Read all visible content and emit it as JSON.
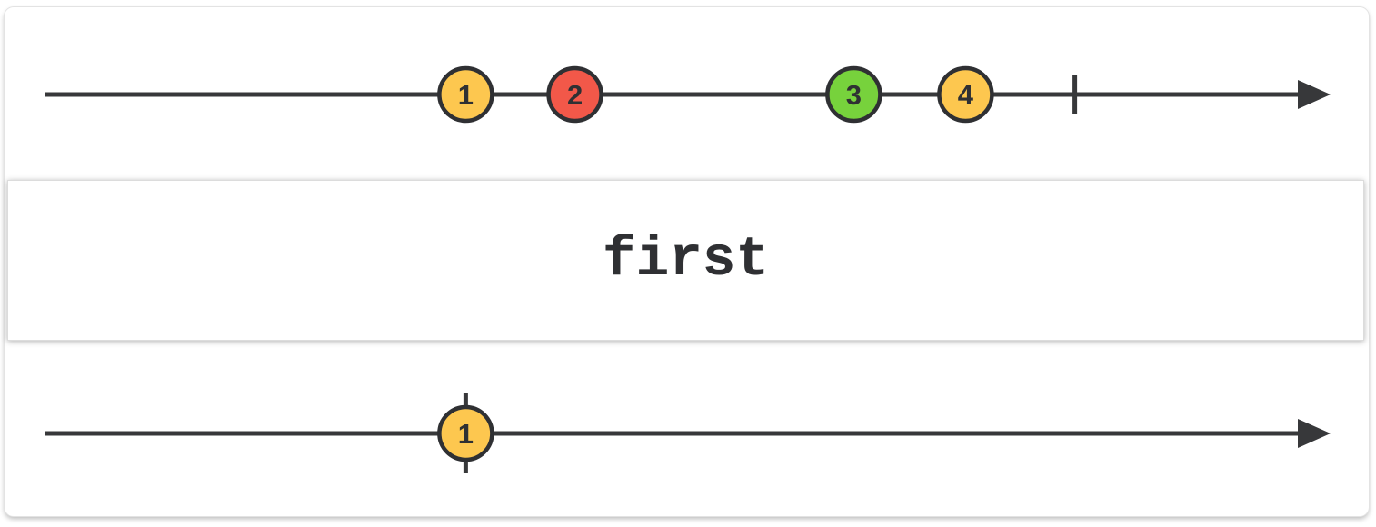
{
  "diagram": {
    "type": "rx-marble-diagram",
    "operator": {
      "label": "first"
    },
    "palette": {
      "axis": "#37383a",
      "marble_stroke": "#2f3033",
      "marble_text": "#2f3033",
      "yellow": "#fdc74f",
      "red": "#f25849",
      "green": "#77d23c"
    },
    "source_stream": {
      "name": "source-observable",
      "marbles": [
        {
          "value": "1",
          "t_percent": 32.7,
          "color": "yellow"
        },
        {
          "value": "2",
          "t_percent": 41.2,
          "color": "red"
        },
        {
          "value": "3",
          "t_percent": 62.9,
          "color": "green"
        },
        {
          "value": "4",
          "t_percent": 71.6,
          "color": "yellow"
        }
      ],
      "complete": {
        "t_percent": 80.1
      }
    },
    "output_stream": {
      "name": "result-observable",
      "marbles": [
        {
          "value": "1",
          "t_percent": 32.7,
          "color": "yellow",
          "completes_here": true
        }
      ]
    }
  }
}
